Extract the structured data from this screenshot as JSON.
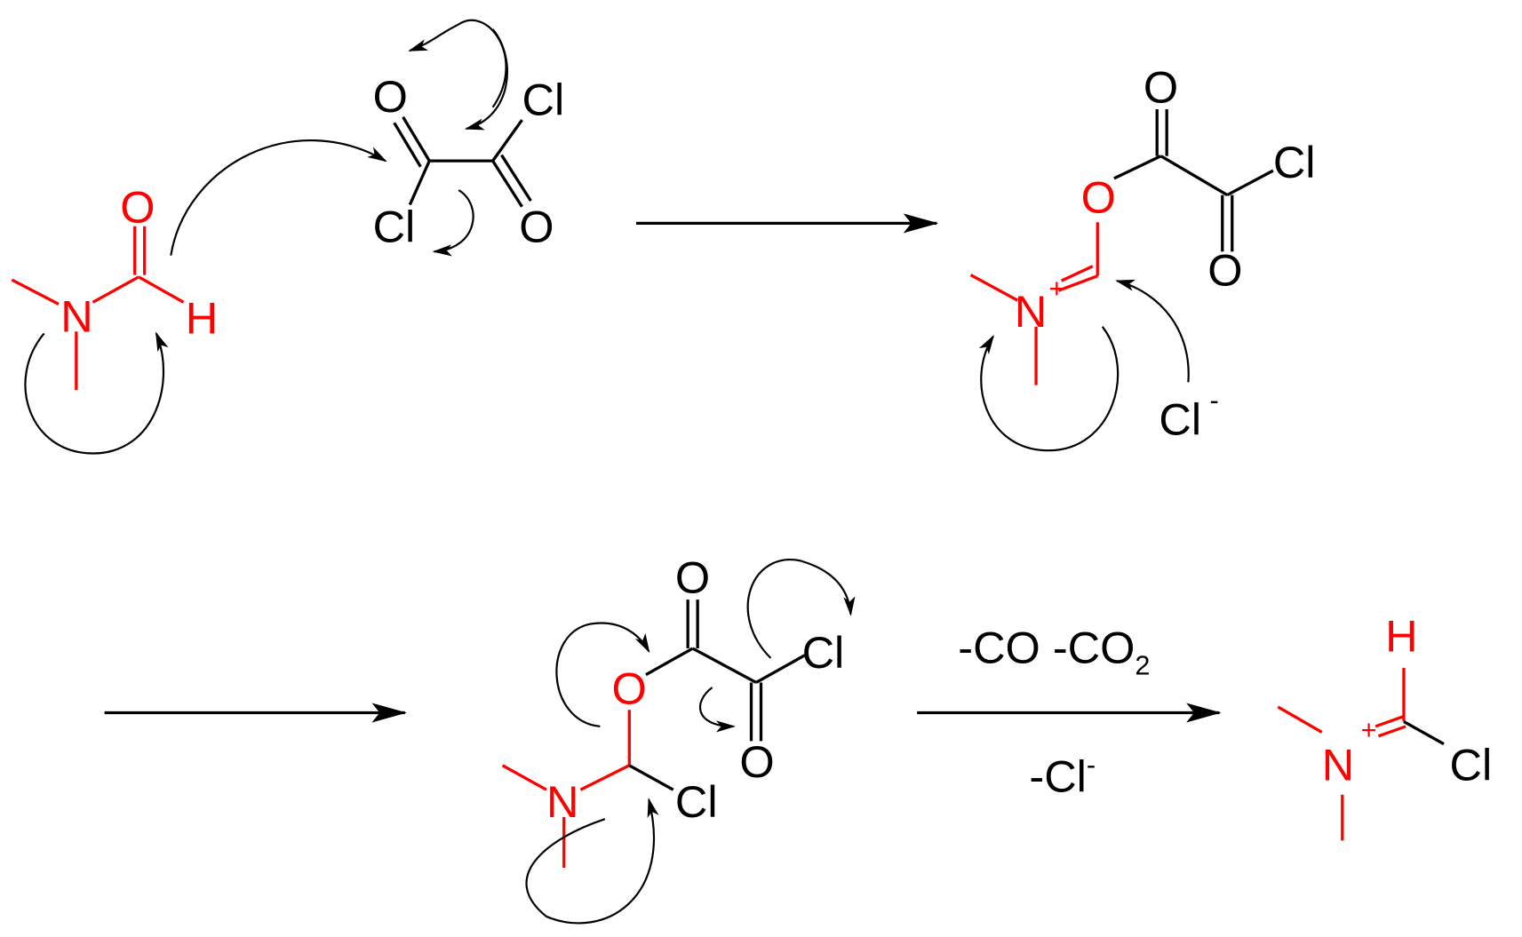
{
  "title": "Vilsmeier reagent formation from DMF and oxalyl chloride",
  "colors": {
    "highlight": "#ff0000",
    "default": "#000000"
  },
  "atoms": {
    "O": "O",
    "N": "N",
    "H": "H",
    "Cl": "Cl",
    "plus": "+",
    "minus": "-"
  },
  "step3": {
    "above": "-CO -CO",
    "above_sub": "2",
    "below": "-Cl",
    "below_sup": "-"
  }
}
